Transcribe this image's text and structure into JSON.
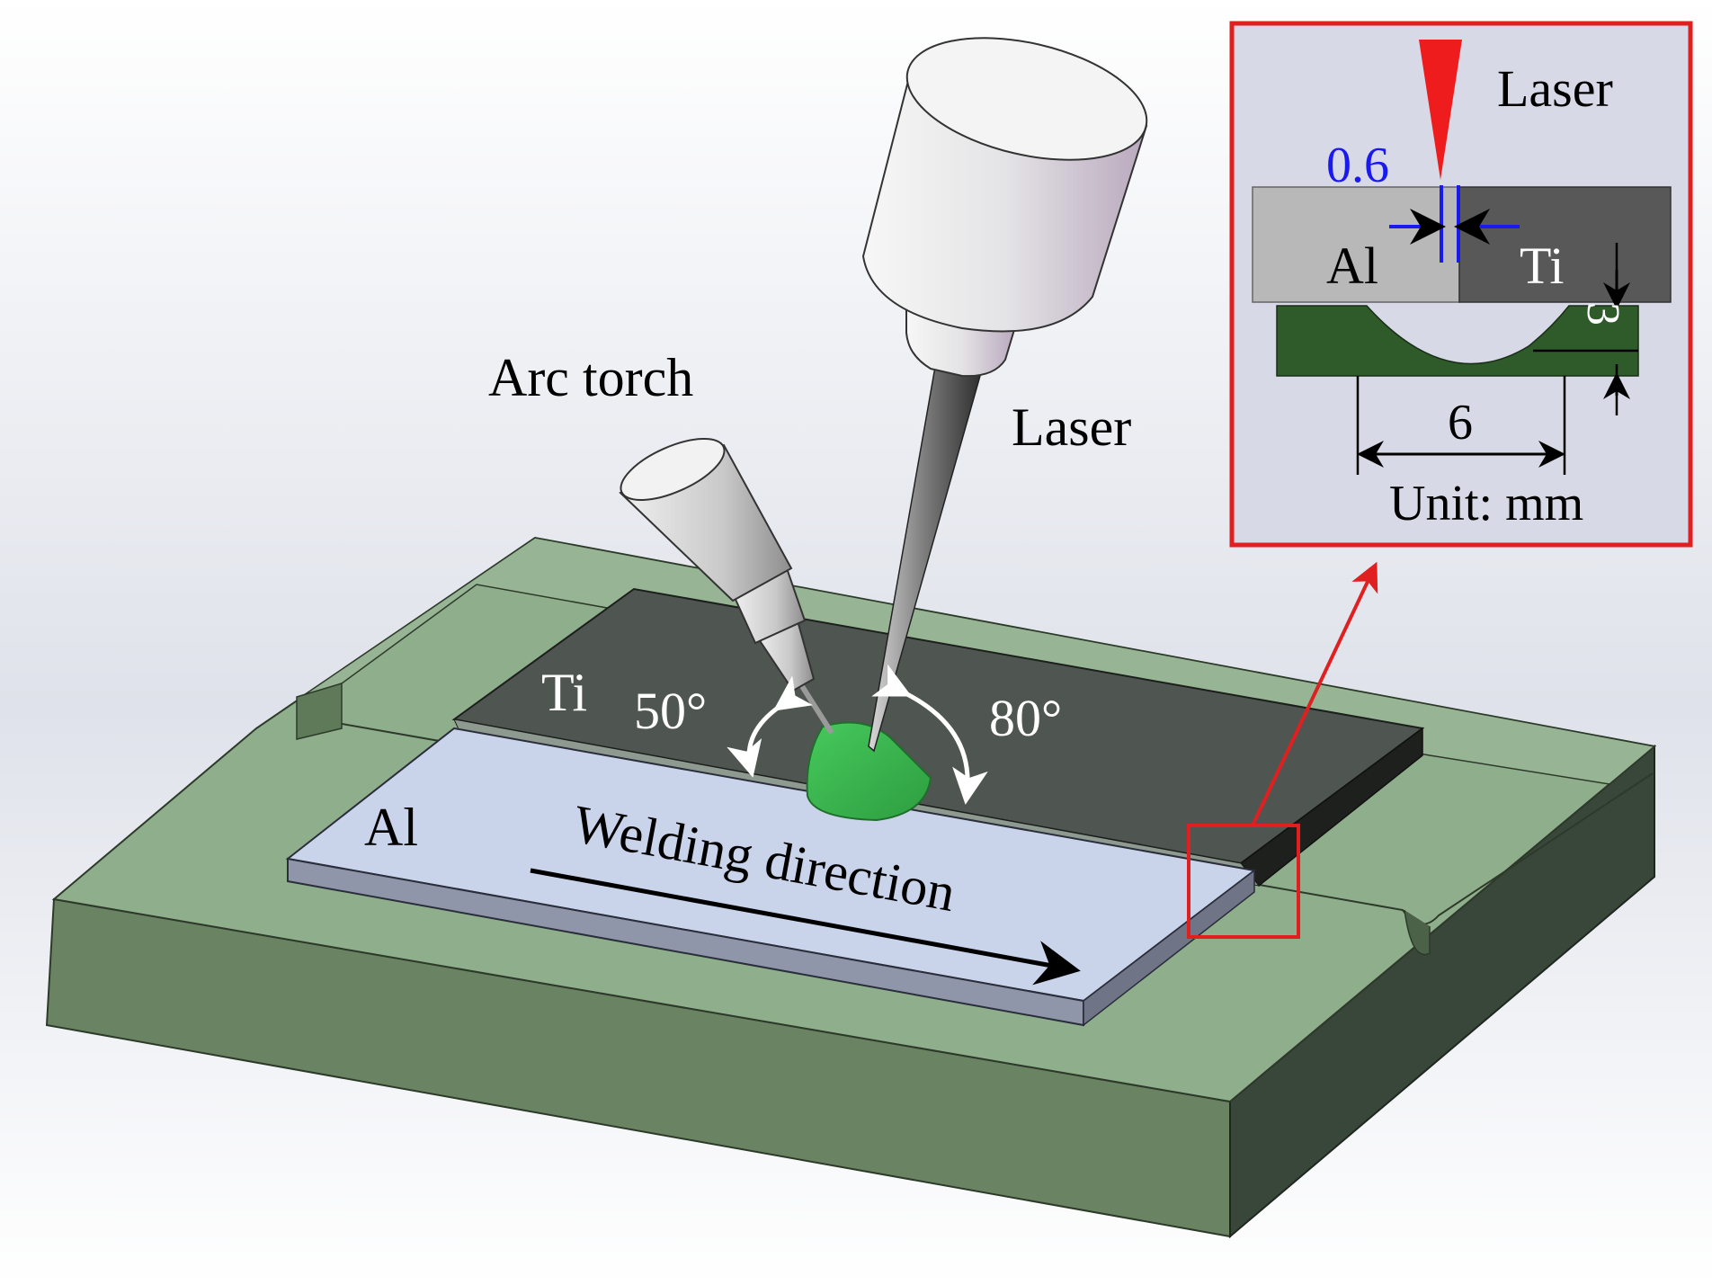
{
  "labels": {
    "arc_torch": "Arc torch",
    "laser": "Laser",
    "ti_plate": "Ti",
    "al_plate": "Al",
    "angle_torch": "50°",
    "angle_laser": "80°",
    "welding_direction": "Welding direction"
  },
  "inset": {
    "laser": "Laser",
    "gap": "0.6",
    "al": "Al",
    "ti": "Ti",
    "groove_depth": "3",
    "groove_width": "6",
    "unit": "Unit: mm"
  },
  "colors": {
    "fixture_top": "#8fae8c",
    "fixture_side": "#5c7658",
    "ti_plate": "#4f5550",
    "al_plate": "#c9d3ea",
    "weld_pool": "#3fbf55",
    "inset_frame": "#e02020",
    "dimension_blue": "#1a1aee",
    "groove_green": "#2f5a2a"
  }
}
